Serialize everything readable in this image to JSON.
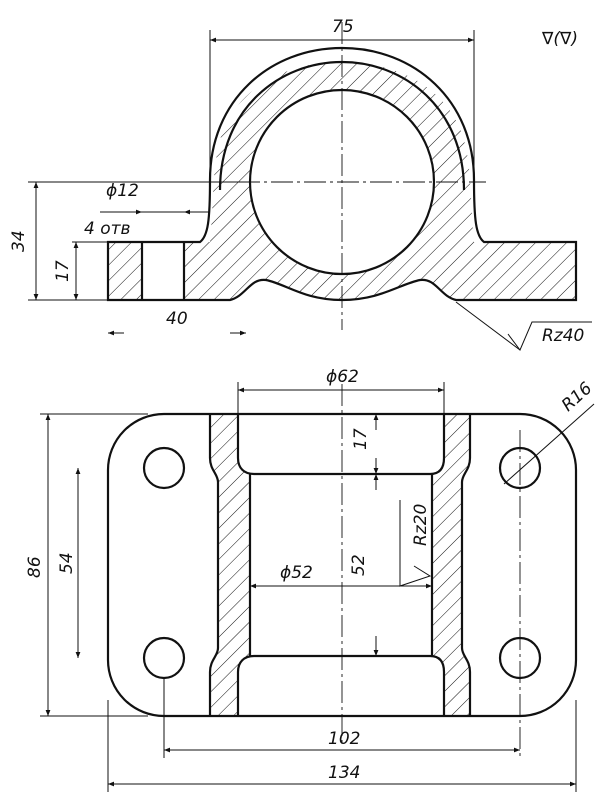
{
  "drawing": {
    "roughness_general": "∇(∇)",
    "front_view": {
      "dim_width_top": "75",
      "dim_hole_diameter": "ϕ12",
      "dim_hole_count": "4 отв",
      "dim_height_total": "34",
      "dim_base_height": "17",
      "dim_hole_offset": "40",
      "roughness_base": "Rz40"
    },
    "top_view": {
      "dim_outer_bore": "ϕ62",
      "dim_corner_radius": "R16",
      "dim_collar_depth": "17",
      "roughness_bore": "Rz20",
      "dim_total_height": "86",
      "dim_hole_spacing_v": "54",
      "dim_inner_bore": "ϕ52",
      "dim_bore_length": "52",
      "dim_hole_spacing_h": "102",
      "dim_total_width": "134"
    }
  }
}
